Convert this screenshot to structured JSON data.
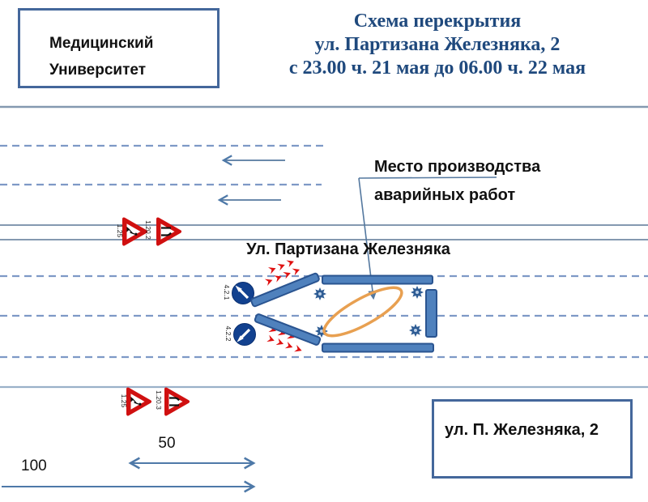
{
  "header": {
    "building_label": {
      "line1": "Медицинский",
      "line2": "Университет"
    },
    "title": {
      "line1": "Схема перекрытия",
      "line2": "ул. Партизана Железняка, 2",
      "line3": "с 23.00 ч. 21 мая до 06.00 ч. 22 мая"
    }
  },
  "road": {
    "street_label": "Ул. Партизана Железняка",
    "work_site_callout": {
      "line1": "Место производства",
      "line2": "аварийных работ"
    }
  },
  "signs": {
    "approach_top": [
      {
        "code": "1.25"
      },
      {
        "code": "1.20.2"
      }
    ],
    "approach_bottom": [
      {
        "code": "1.25"
      },
      {
        "code": "1.20.3"
      }
    ],
    "detour_top": {
      "code": "4.2.1"
    },
    "detour_bottom": {
      "code": "4.2.2"
    }
  },
  "dimensions": {
    "work_zone_m": "50",
    "approach_m": "100"
  },
  "address_box": {
    "label": "ул. П. Железняка, 2"
  },
  "colors": {
    "title_blue": "#1F497D",
    "box_border": "#44679B",
    "barrier_fill": "#4F81BD",
    "barrier_stroke": "#2A5490",
    "sign_red": "#D01010",
    "detour_blue": "#12418F",
    "work_zone_orange": "#E8A051",
    "dashed_line": "#7E99C6",
    "solid_line": "#8499B0",
    "arrow_slate": "#54789F"
  }
}
